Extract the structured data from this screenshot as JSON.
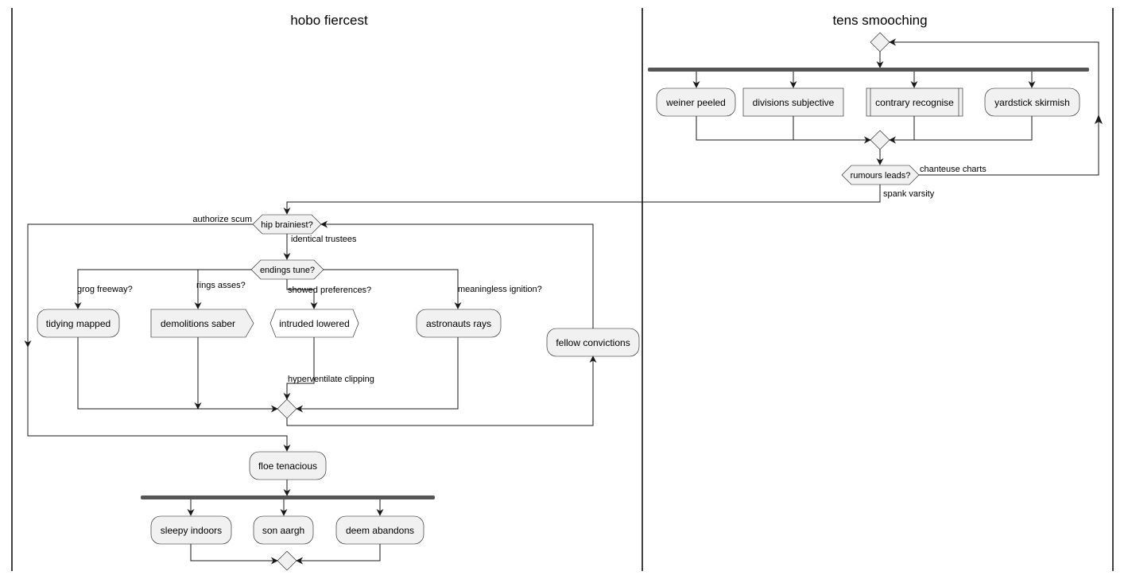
{
  "lanes": {
    "left_title": "hobo fiercest",
    "right_title": "tens smooching"
  },
  "nodes": {
    "weiner_peeled": "weiner peeled",
    "divisions_subjective": "divisions subjective",
    "contrary_recognise": "contrary recognise",
    "yardstick_skirmish": "yardstick skirmish",
    "rumours_leads": "rumours leads?",
    "hip_brainiest": "hip brainiest?",
    "endings_tune": "endings tune?",
    "tidying_mapped": "tidying mapped",
    "demolitions_saber": "demolitions saber",
    "intruded_lowered": "intruded lowered",
    "astronauts_rays": "astronauts rays",
    "fellow_convictions": "fellow convictions",
    "floe_tenacious": "floe tenacious",
    "sleepy_indoors": "sleepy indoors",
    "son_aargh": "son aargh",
    "deem_abandons": "deem abandons"
  },
  "edges": {
    "chanteuse_charts": "chanteuse charts",
    "spank_varsity": "spank varsity",
    "authorize_scum": "authorize scum",
    "identical_trustees": "identical trustees",
    "grog_freeway": "grog freeway?",
    "rings_asses": "rings asses?",
    "showed_preferences": "showed preferences?",
    "meaningless_ignition": "meaningless ignition?",
    "hyperventilate_clipping": "hyperventilate clipping"
  }
}
